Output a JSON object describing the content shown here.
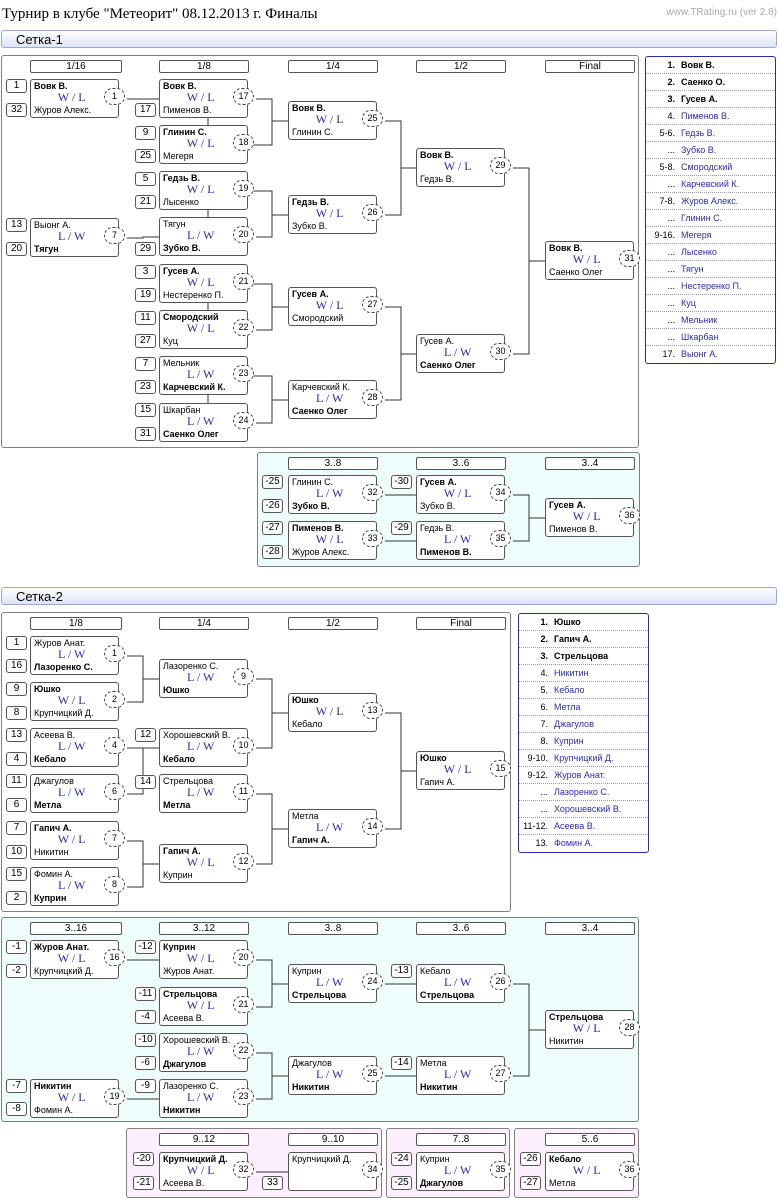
{
  "header": {
    "title": "Турнир в клубе \"Метеорит\" 08.12.2013 г. Финалы",
    "version": "www.TRating.ru (ver 2.8)"
  },
  "sections": {
    "s1": "Сетка-1",
    "s2": "Сетка-2"
  },
  "colors": {
    "link": "#2b2bb0",
    "cyan": "#effcfc",
    "pink": "#fdeffd",
    "header": "#dde3f5"
  },
  "round_headers": [
    {
      "label": "1/16"
    },
    {
      "label": "1/8"
    },
    {
      "label": "1/4"
    },
    {
      "label": "1/2"
    },
    {
      "label": "Final"
    },
    {
      "label": "3..8"
    },
    {
      "label": "3..6"
    },
    {
      "label": "3..4"
    },
    {
      "label": "1/8"
    },
    {
      "label": "1/4"
    },
    {
      "label": "1/2"
    },
    {
      "label": "Final"
    },
    {
      "label": "3..16"
    },
    {
      "label": "3..12"
    },
    {
      "label": "3..8"
    },
    {
      "label": "3..6"
    },
    {
      "label": "3..4"
    },
    {
      "label": "9..12"
    },
    {
      "label": "9..10"
    },
    {
      "label": "7..8"
    },
    {
      "label": "5..6"
    }
  ],
  "seeds": [
    "1",
    "32",
    "17",
    "9",
    "25",
    "5",
    "21",
    "13",
    "20",
    "29",
    "3",
    "19",
    "11",
    "27",
    "7",
    "23",
    "15",
    "31",
    "-25",
    "-26",
    "-27",
    "-28",
    "-30",
    "-29",
    "1",
    "16",
    "9",
    "8",
    "13",
    "4",
    "11",
    "6",
    "7",
    "10",
    "15",
    "2",
    "12",
    "14",
    "-1",
    "-2",
    "-12",
    "-11",
    "-4",
    "-10",
    "-6",
    "-7",
    "-8",
    "-9",
    "-13",
    "-14",
    "-20",
    "-21",
    "33",
    "-24",
    "-25",
    "-26",
    "-27"
  ],
  "matches": [
    {
      "p1": "Вовк В.",
      "b1": true,
      "p2": "Журов Алекс.",
      "b2": false,
      "wl": " W / L",
      "id": "1"
    },
    {
      "p1": "Вовк В.",
      "b1": true,
      "p2": "Пименов В.",
      "b2": false,
      "wl": " W / L",
      "id": "17"
    },
    {
      "p1": "Глинин С.",
      "b1": true,
      "p2": "Мегеря",
      "b2": false,
      "wl": " W / L",
      "id": "18"
    },
    {
      "p1": "Гедзь В.",
      "b1": true,
      "p2": "Лысенко",
      "b2": false,
      "wl": " W / L",
      "id": "19"
    },
    {
      "p1": "Выонг А.",
      "b1": false,
      "p2": "Тягун",
      "b2": true,
      "wl": " L / W",
      "id": "7"
    },
    {
      "p1": "Тягун",
      "b1": false,
      "p2": "Зубко В.",
      "b2": true,
      "wl": " L / W",
      "id": "20"
    },
    {
      "p1": "Гусев А.",
      "b1": true,
      "p2": "Нестеренко П.",
      "b2": false,
      "wl": " W / L",
      "id": "21"
    },
    {
      "p1": "Смородский",
      "b1": true,
      "p2": "Куц",
      "b2": false,
      "wl": " W / L",
      "id": "22"
    },
    {
      "p1": "Мельник",
      "b1": false,
      "p2": "Карчевский К.",
      "b2": true,
      "wl": " L / W",
      "id": "23"
    },
    {
      "p1": "Шкарбан",
      "b1": false,
      "p2": "Саенко Олег",
      "b2": true,
      "wl": " L / W",
      "id": "24"
    },
    {
      "p1": "Вовк В.",
      "b1": true,
      "p2": "Глинин С.",
      "b2": false,
      "wl": " W / L",
      "id": "25"
    },
    {
      "p1": "Гедзь В.",
      "b1": true,
      "p2": "Зубко В.",
      "b2": false,
      "wl": " W / L",
      "id": "26"
    },
    {
      "p1": "Гусев А.",
      "b1": true,
      "p2": "Смородский",
      "b2": false,
      "wl": " W / L",
      "id": "27"
    },
    {
      "p1": "Карчевский К.",
      "b1": false,
      "p2": "Саенко Олег",
      "b2": true,
      "wl": " L / W",
      "id": "28"
    },
    {
      "p1": "Вовк В.",
      "b1": true,
      "p2": "Гедзь В.",
      "b2": false,
      "wl": " W / L",
      "id": "29"
    },
    {
      "p1": "Гусев А.",
      "b1": false,
      "p2": "Саенко Олег",
      "b2": true,
      "wl": " L / W",
      "id": "30"
    },
    {
      "p1": "Вовк В.",
      "b1": true,
      "p2": "Саенко Олег",
      "b2": false,
      "wl": " W / L",
      "id": "31"
    },
    {
      "p1": "Глинин С.",
      "b1": false,
      "p2": "Зубко В.",
      "b2": true,
      "wl": " L / W",
      "id": "32"
    },
    {
      "p1": "Пименов В.",
      "b1": true,
      "p2": "Журов Алекс.",
      "b2": false,
      "wl": " W / L",
      "id": "33"
    },
    {
      "p1": "Гусев А.",
      "b1": true,
      "p2": "Зубко В.",
      "b2": false,
      "wl": " W / L",
      "id": "34"
    },
    {
      "p1": "Гедзь В.",
      "b1": false,
      "p2": "Пименов В.",
      "b2": true,
      "wl": " L / W",
      "id": "35"
    },
    {
      "p1": "Гусев А.",
      "b1": true,
      "p2": "Пименов В.",
      "b2": false,
      "wl": " W / L",
      "id": "36"
    },
    {
      "p1": "Журов Анат.",
      "b1": false,
      "p2": "Лазоренко С.",
      "b2": true,
      "wl": " L / W",
      "id": "1"
    },
    {
      "p1": "Юшко",
      "b1": true,
      "p2": "Крупчицкий Д.",
      "b2": false,
      "wl": " W / L",
      "id": "2"
    },
    {
      "p1": "Асеева В.",
      "b1": false,
      "p2": "Кебало",
      "b2": true,
      "wl": " L / W",
      "id": "4"
    },
    {
      "p1": "Джагулов",
      "b1": false,
      "p2": "Метла",
      "b2": true,
      "wl": " L / W",
      "id": "6"
    },
    {
      "p1": "Гапич А.",
      "b1": true,
      "p2": "Никитин",
      "b2": false,
      "wl": " W / L",
      "id": "7"
    },
    {
      "p1": "Фомин А.",
      "b1": false,
      "p2": "Куприн",
      "b2": true,
      "wl": " L / W",
      "id": "8"
    },
    {
      "p1": "Лазоренко С.",
      "b1": false,
      "p2": "Юшко",
      "b2": true,
      "wl": " L / W",
      "id": "9"
    },
    {
      "p1": "Хорошевский В.",
      "b1": false,
      "p2": "Кебало",
      "b2": true,
      "wl": " L / W",
      "id": "10"
    },
    {
      "p1": "Стрельцова",
      "b1": false,
      "p2": "Метла",
      "b2": true,
      "wl": " L / W",
      "id": "11"
    },
    {
      "p1": "Гапич А.",
      "b1": true,
      "p2": "Куприн",
      "b2": false,
      "wl": " W / L",
      "id": "12"
    },
    {
      "p1": "Юшко",
      "b1": true,
      "p2": "Кебало",
      "b2": false,
      "wl": " W / L",
      "id": "13"
    },
    {
      "p1": "Метла",
      "b1": false,
      "p2": "Гапич А.",
      "b2": true,
      "wl": " L / W",
      "id": "14"
    },
    {
      "p1": "Юшко",
      "b1": true,
      "p2": "Гапич А.",
      "b2": false,
      "wl": " W / L",
      "id": "15"
    },
    {
      "p1": "Журов Анат.",
      "b1": true,
      "p2": "Крупчицкий Д.",
      "b2": false,
      "wl": " W / L",
      "id": "16"
    },
    {
      "p1": "Никитин",
      "b1": true,
      "p2": "Фомин А.",
      "b2": false,
      "wl": " W / L",
      "id": "19"
    },
    {
      "p1": "Куприн",
      "b1": true,
      "p2": "Журов Анат.",
      "b2": false,
      "wl": " W / L",
      "id": "20"
    },
    {
      "p1": "Стрельцова",
      "b1": true,
      "p2": "Асеева В.",
      "b2": false,
      "wl": " W / L",
      "id": "21"
    },
    {
      "p1": "Хорошевский В.",
      "b1": false,
      "p2": "Джагулов",
      "b2": true,
      "wl": " L / W",
      "id": "22"
    },
    {
      "p1": "Лазоренко С.",
      "b1": false,
      "p2": "Никитин",
      "b2": true,
      "wl": " L / W",
      "id": "23"
    },
    {
      "p1": "Куприн",
      "b1": false,
      "p2": "Стрельцова",
      "b2": true,
      "wl": " L / W",
      "id": "24"
    },
    {
      "p1": "Джагулов",
      "b1": false,
      "p2": "Никитин",
      "b2": true,
      "wl": " L / W",
      "id": "25"
    },
    {
      "p1": "Кебало",
      "b1": false,
      "p2": "Стрельцова",
      "b2": true,
      "wl": " L / W",
      "id": "26"
    },
    {
      "p1": "Метла",
      "b1": false,
      "p2": "Никитин",
      "b2": true,
      "wl": " L / W",
      "id": "27"
    },
    {
      "p1": "Стрельцова",
      "b1": true,
      "p2": "Никитин",
      "b2": false,
      "wl": " W / L",
      "id": "28"
    },
    {
      "p1": "Крупчицкий Д.",
      "b1": true,
      "p2": "Асеева В.",
      "b2": false,
      "wl": " W / L",
      "id": "32"
    },
    {
      "p1": "Крупчицкий Д.",
      "b1": false,
      "p2": "",
      "b2": false,
      "wl": "",
      "id": "34"
    },
    {
      "p1": "Куприн",
      "b1": false,
      "p2": "Джагулов",
      "b2": true,
      "wl": " L / W",
      "id": "35"
    },
    {
      "p1": "Кебало",
      "b1": true,
      "p2": "Метла",
      "b2": false,
      "wl": " W / L",
      "id": "36"
    }
  ],
  "standings1": [
    {
      "place": "1.",
      "name": "Вовк В."
    },
    {
      "place": "2.",
      "name": "Саенко О."
    },
    {
      "place": "3.",
      "name": "Гусев А."
    },
    {
      "place": "4.",
      "name": "Пименов В."
    },
    {
      "place": "5-6.",
      "name": "Гедзь В."
    },
    {
      "place": "...",
      "name": "Зубко В."
    },
    {
      "place": "5-8.",
      "name": "Смородский"
    },
    {
      "place": "...",
      "name": "Карчевский К."
    },
    {
      "place": "7-8.",
      "name": "Журов Алекс."
    },
    {
      "place": "...",
      "name": "Глинин С."
    },
    {
      "place": "9-16.",
      "name": "Мегеря"
    },
    {
      "place": "...",
      "name": "Лысенко"
    },
    {
      "place": "...",
      "name": "Тягун"
    },
    {
      "place": "...",
      "name": "Нестеренко П."
    },
    {
      "place": "...",
      "name": "Куц"
    },
    {
      "place": "...",
      "name": "Мельник"
    },
    {
      "place": "...",
      "name": "Шкарбан"
    },
    {
      "place": "17.",
      "name": "Выонг А."
    }
  ],
  "standings2": [
    {
      "place": "1.",
      "name": "Юшко"
    },
    {
      "place": "2.",
      "name": "Гапич А."
    },
    {
      "place": "3.",
      "name": "Стрельцова"
    },
    {
      "place": "4.",
      "name": "Никитин"
    },
    {
      "place": "5.",
      "name": "Кебало"
    },
    {
      "place": "6.",
      "name": "Метла"
    },
    {
      "place": "7.",
      "name": "Джагулов"
    },
    {
      "place": "8.",
      "name": "Куприн"
    },
    {
      "place": "9-10.",
      "name": "Крупчицкий Д."
    },
    {
      "place": "9-12.",
      "name": "Журов Анат."
    },
    {
      "place": "...",
      "name": "Лазоренко С."
    },
    {
      "place": "...",
      "name": "Хорошевский В."
    },
    {
      "place": "11-12.",
      "name": "Асеева В."
    },
    {
      "place": "13.",
      "name": "Фомин А."
    }
  ]
}
